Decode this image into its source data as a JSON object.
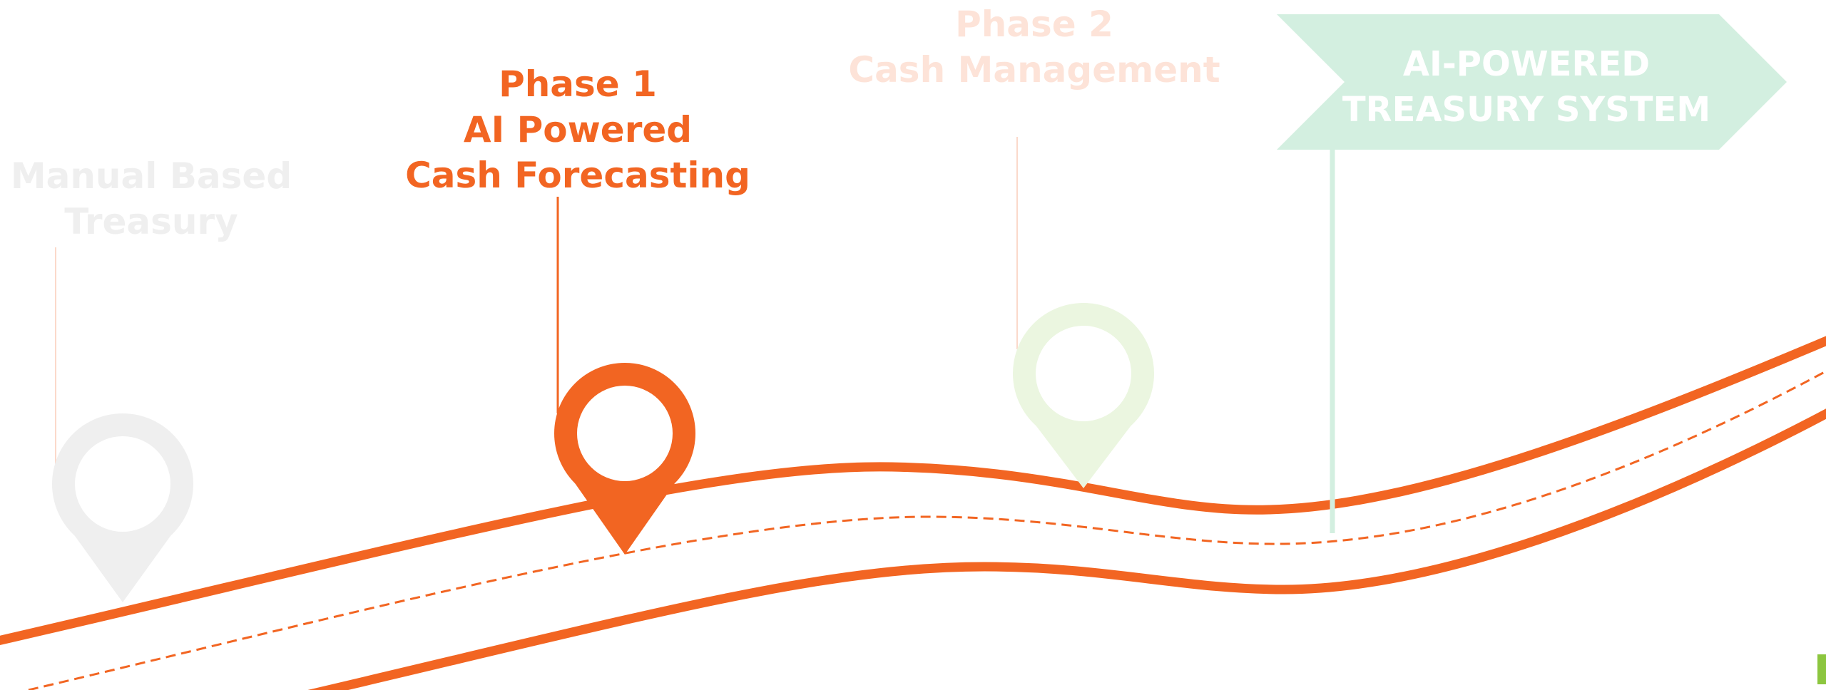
{
  "milestones": {
    "manual": {
      "line1": "Manual Based",
      "line2": "Treasury"
    },
    "phase1": {
      "line1": "Phase 1",
      "line2": "AI Powered",
      "line3": "Cash Forecasting"
    },
    "phase2": {
      "line1": "Phase 2",
      "line2": "Cash Management"
    }
  },
  "goal_sign": {
    "line1": "AI-POWERED",
    "line2": "TREASURY SYSTEM"
  },
  "colors": {
    "road": "#f26522",
    "active": "#f26522",
    "manual_faded": "#efefef",
    "phase2_text_faded": "#fde3d8",
    "phase2_pin_faded": "#ebf6e0",
    "leader_faded": "#fbd9cb",
    "sign": "#d3efe0",
    "sign_text": "#ffffff",
    "corner_accent": "#8cc63f"
  }
}
